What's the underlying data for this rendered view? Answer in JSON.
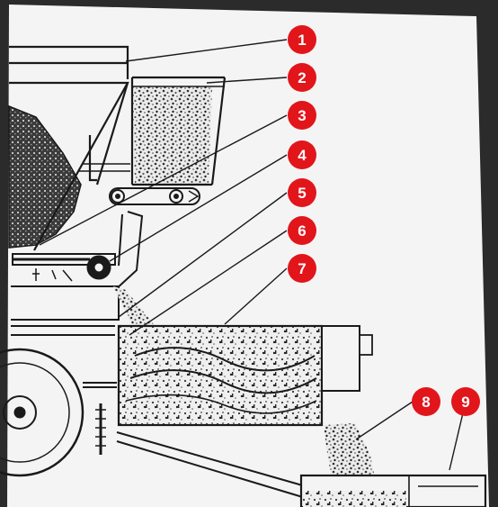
{
  "diagram": {
    "background_color": "#2b2b2b",
    "paper_color": "#f4f4f4",
    "ink_color": "#1a1a1a",
    "badge_color": "#e2151b",
    "badge_text_color": "#ffffff",
    "callouts": [
      {
        "label": "1"
      },
      {
        "label": "2"
      },
      {
        "label": "3"
      },
      {
        "label": "4"
      },
      {
        "label": "5"
      },
      {
        "label": "6"
      },
      {
        "label": "7"
      },
      {
        "label": "8"
      },
      {
        "label": "9"
      }
    ]
  }
}
